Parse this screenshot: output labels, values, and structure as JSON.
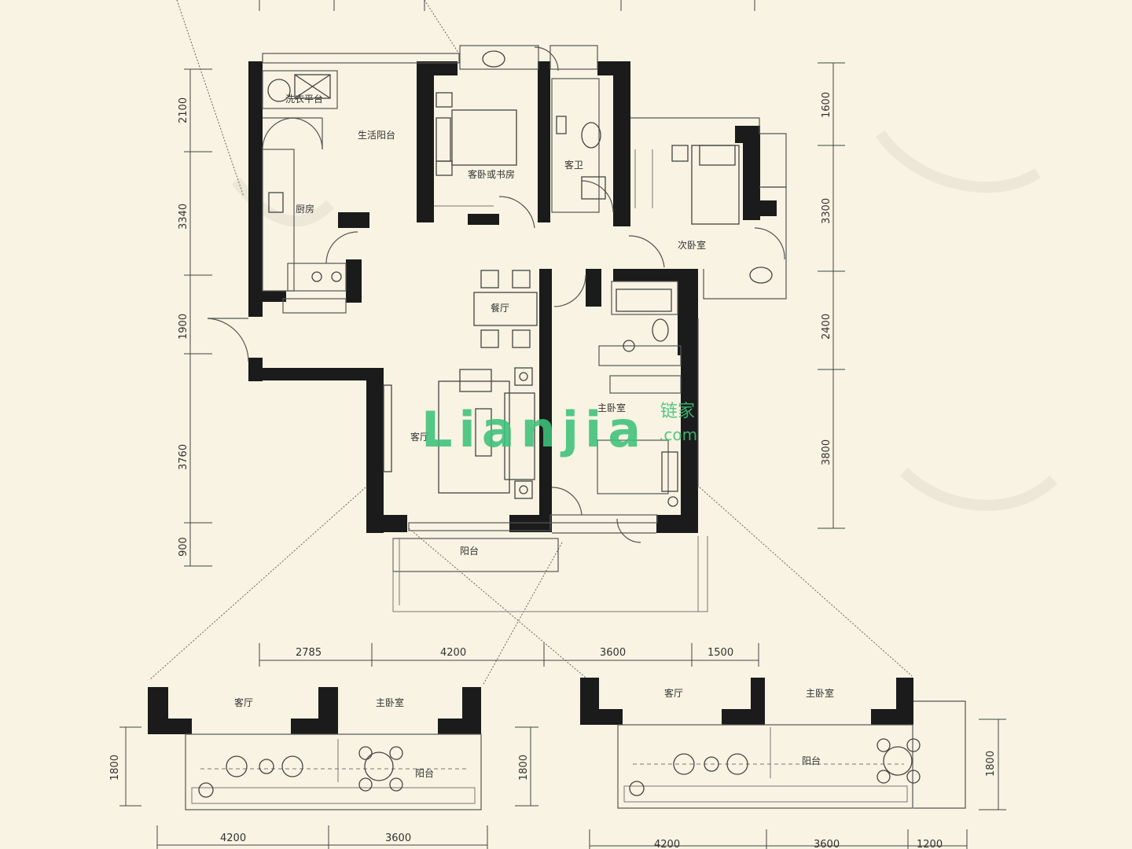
{
  "rooms": {
    "laundry": "洗衣平台",
    "utility_balcony": "生活阳台",
    "guest_study": "客卧或书房",
    "guest_bath": "客卫",
    "second_bedroom": "次卧室",
    "kitchen": "厨房",
    "dining": "餐厅",
    "living": "客厅",
    "master_bedroom": "主卧室",
    "balcony": "阳台"
  },
  "dimensions": {
    "left": [
      "2100",
      "3340",
      "1900",
      "3760",
      "900"
    ],
    "right": [
      "1600",
      "3300",
      "2400",
      "3800"
    ],
    "bottom": [
      "2785",
      "4200",
      "3600",
      "1500"
    ]
  },
  "variant_a": {
    "living": "客厅",
    "master": "主卧室",
    "balcony": "阳台",
    "depth": "1800",
    "depth_right": "1800",
    "widths": [
      "4200",
      "3600"
    ]
  },
  "variant_b": {
    "living": "客厅",
    "master": "主卧室",
    "balcony": "阳台",
    "depth": "1800",
    "widths": [
      "4200",
      "3600",
      "1200"
    ]
  },
  "watermark": {
    "brand": "Lianjia",
    "cn": "链家",
    "domain": ".com",
    "color": "#3ec27a"
  }
}
